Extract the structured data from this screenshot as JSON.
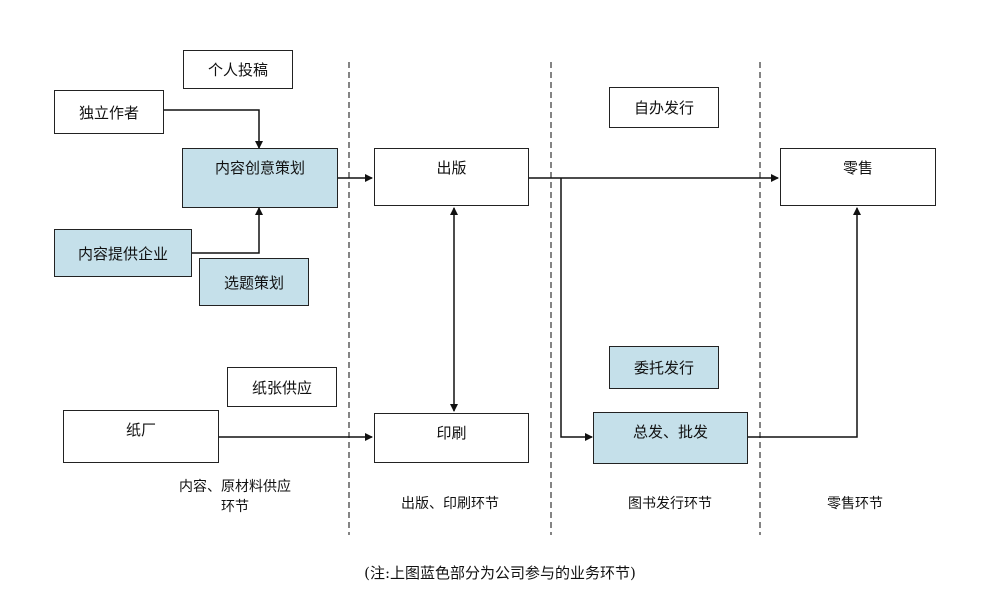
{
  "nodes": {
    "personal_submission": "个人投稿",
    "independent_author": "独立作者",
    "content_planning": "内容创意策划",
    "content_provider": "内容提供企业",
    "topic_planning": "选题策划",
    "paper_supply": "纸张供应",
    "paper_mill": "纸厂",
    "publishing": "出版",
    "printing": "印刷",
    "self_distribution": "自办发行",
    "commissioned_distribution": "委托发行",
    "wholesale": "总发、批发",
    "retail": "零售"
  },
  "stages": {
    "content_line1": "内容、原材料供应",
    "content_line2": "环节",
    "publishing_printing": "出版、印刷环节",
    "book_distribution": "图书发行环节",
    "retail": "零售环节"
  },
  "note": "(注:上图蓝色部分为公司参与的业务环节)",
  "colors": {
    "highlight": "#c5e0ea",
    "border": "#222222"
  }
}
